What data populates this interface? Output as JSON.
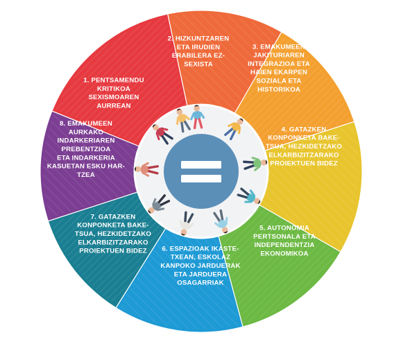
{
  "center_symbol": "=",
  "colors": {
    "center_disc": "#5b8fb8",
    "center_symbol": "#ffffff",
    "people_ring": "#f2f3f5",
    "gap": "#ffffff"
  },
  "segments": [
    {
      "number": 1,
      "color": "#e63a40",
      "lines": [
        "1. PENTSAMENDU",
        "KRITIKOA",
        "SEXISMOAREN",
        "AURREAN"
      ]
    },
    {
      "number": 2,
      "color": "#ef6a3a",
      "lines": [
        "2. HIZKUNTZAREN",
        "ETA IRUDIEN",
        "ERABILERA EZ-",
        "SEXISTA"
      ]
    },
    {
      "number": 3,
      "color": "#f4a030",
      "lines": [
        "3. EMAKUMEEN",
        "JAKITURIAREN",
        "INTEGRAZIOA ETA",
        "HAIEN EKARPEN",
        "SOZIALA ETA",
        "HISTORIKOA"
      ]
    },
    {
      "number": 4,
      "color": "#e8c52e",
      "lines": [
        "4. GATAZKEN",
        "KONPONKETA BAKE-",
        "TSUA, HEZKIDETZAKO",
        "ELKARBIZITZARAKO",
        "PROIEKTUEN BIDEZ"
      ]
    },
    {
      "number": 5,
      "color": "#6cb943",
      "lines": [
        "5. AUTONOMIA",
        "PERTSONALA ETA",
        "INDEPENDENTZIA",
        "EKONOMIKOA"
      ]
    },
    {
      "number": 6,
      "color": "#1e9ad5",
      "lines": [
        "6. ESPAZIOAK IKASTE-",
        "TXEAN, ESKOLAZ",
        "KANPOKO JARDUERAK",
        "ETA JARDUERA",
        "OSAGARRIAK"
      ]
    },
    {
      "number": 7,
      "color": "#1a7f92",
      "lines": [
        "7. GATAZKEN",
        "KONPONKETA BAKE-",
        "TSUA, HEZKIDETZAKO",
        "ELKARBIZITZARAKO",
        "PROIEKTUEN BIDEZ"
      ]
    },
    {
      "number": 8,
      "color": "#7b3e92",
      "lines": [
        "8. EMAKUMEEN",
        "AURKAKO",
        "INDARKERIAREN",
        "PREBENTZIOA",
        "ETA INDARKERIA",
        "KASUETAN ESKU HAR-",
        "TZEA"
      ]
    }
  ]
}
